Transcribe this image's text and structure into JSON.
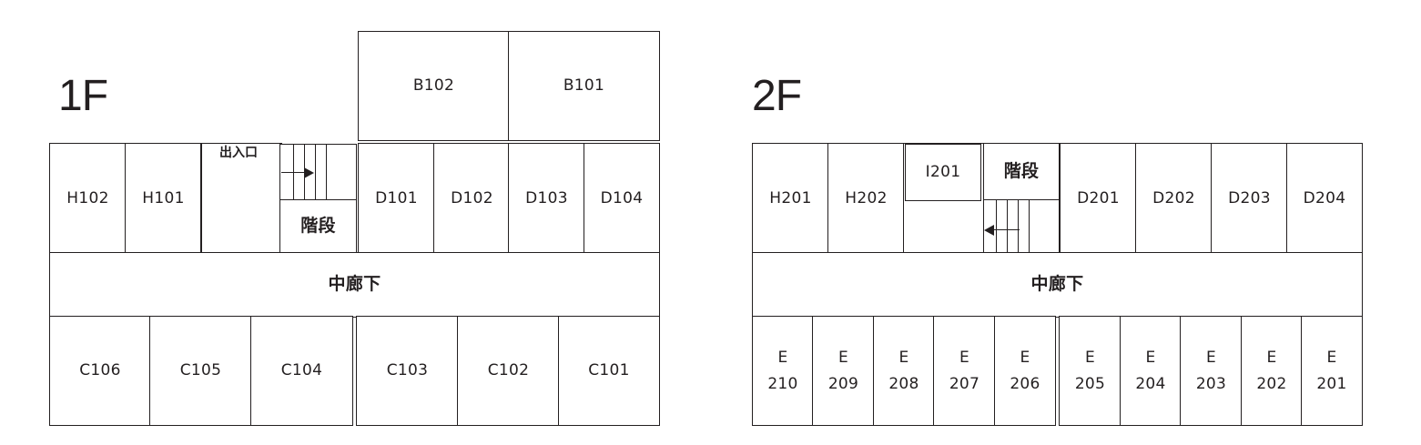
{
  "floor1": {
    "title": "1F",
    "entrance": "出入口",
    "stairs": "階段",
    "corridor": "中廊下",
    "top_rooms": [
      "B102",
      "B101"
    ],
    "middle_left": [
      "H102",
      "H101"
    ],
    "middle_right": [
      "D101",
      "D102",
      "D103",
      "D104"
    ],
    "bottom_rooms": [
      "C106",
      "C105",
      "C104",
      "C103",
      "C102",
      "C101"
    ]
  },
  "floor2": {
    "title": "2F",
    "stairs": "階段",
    "corridor": "中廊下",
    "middle_left": [
      "H201",
      "H202"
    ],
    "inner_room": "I201",
    "middle_right": [
      "D201",
      "D202",
      "D203",
      "D204"
    ],
    "bottom_rooms": [
      {
        "prefix": "E",
        "number": "210"
      },
      {
        "prefix": "E",
        "number": "209"
      },
      {
        "prefix": "E",
        "number": "208"
      },
      {
        "prefix": "E",
        "number": "207"
      },
      {
        "prefix": "E",
        "number": "206"
      },
      {
        "prefix": "E",
        "number": "205"
      },
      {
        "prefix": "E",
        "number": "204"
      },
      {
        "prefix": "E",
        "number": "203"
      },
      {
        "prefix": "E",
        "number": "202"
      },
      {
        "prefix": "E",
        "number": "201"
      }
    ]
  }
}
